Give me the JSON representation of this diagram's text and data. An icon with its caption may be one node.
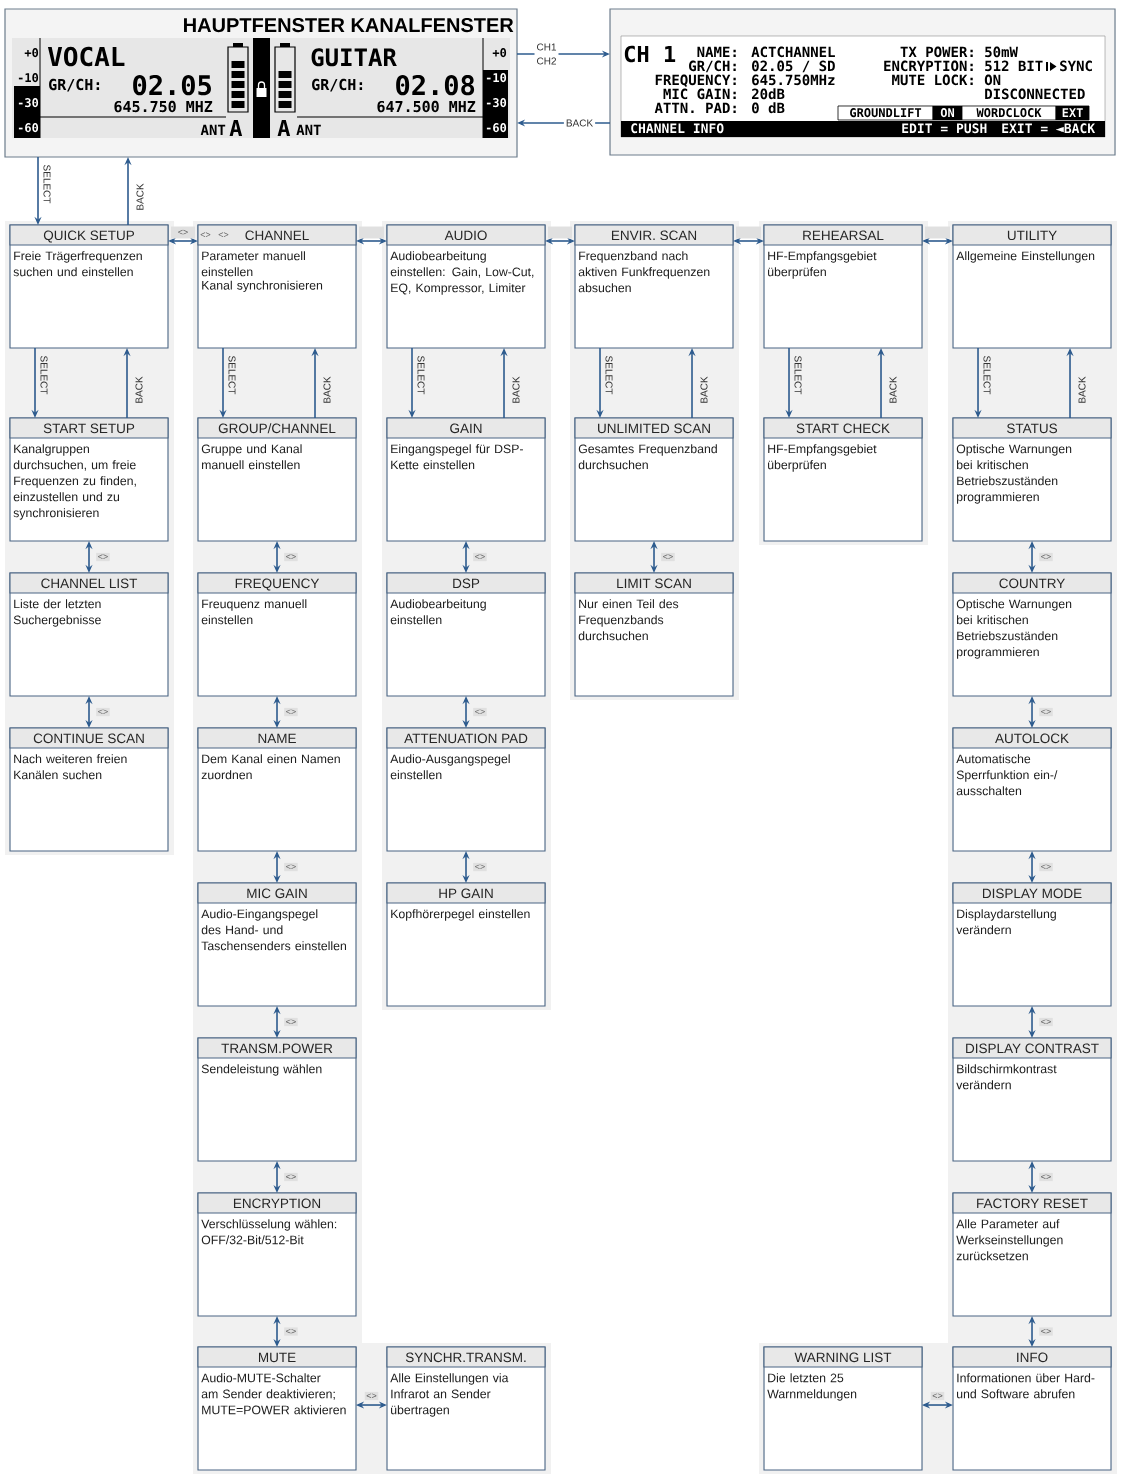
{
  "diagram": {
    "nodes": [
      {
        "text": [
          "HAUPTFENSTER KANALFENSTER",
          "+0",
          "-10",
          "-30",
          "-60",
          "VOCAL",
          "GR/CH:",
          "02.05",
          "645.750 MHZ",
          "ANT",
          "A",
          "A",
          "ANT",
          "GUITAR",
          "GR/CH:",
          "02.08",
          "647.500 MHZ",
          "+0",
          "-10",
          "-30",
          "-60"
        ]
      },
      {
        "text": [
          "CH 1",
          "NAME:",
          "ACTCHANNEL",
          "GR/CH:",
          "02.05 / SD",
          "FREQUENCY:",
          "645.750MHz",
          "MIC GAIN:",
          "20dB",
          "ATTN. PAD:",
          "0 dB",
          "TX POWER:",
          "50mW",
          "ENCRYPTION:",
          "512 BIT",
          "SYNC",
          "MUTE LOCK:",
          "ON",
          "DISCONNECTED",
          "GROUNDLIFT",
          "ON",
          "WORDCLOCK",
          "EXT",
          "CHANNEL INFO",
          "EDIT = PUSH",
          "EXIT = ◄BACK"
        ]
      },
      {
        "text": [
          "QUICK SETUP",
          "Freie Trägerfrequenzen suchen und einstellen"
        ]
      },
      {
        "text": [
          "CHANNEL",
          "Parameter manuell einstellen",
          "Kanal synchronisieren"
        ]
      },
      {
        "text": [
          "AUDIO",
          "Audiobearbeitung einstellen: Gain, Low-Cut, EQ, Kompressor, Limiter"
        ]
      },
      {
        "text": [
          "ENVIR. SCAN",
          "Frequenzband nach aktiven Funkfrequenzen absuchen"
        ]
      },
      {
        "text": [
          "REHEARSAL",
          "HF-Empfangsgebiet überprüfen"
        ]
      },
      {
        "text": [
          "UTILITY",
          "Allgemeine Einstellungen"
        ]
      },
      {
        "text": [
          "START SETUP",
          "Kanalgruppen durchsuchen, um freie Frequenzen zu finden, einzustellen und zu synchronisieren"
        ]
      },
      {
        "text": [
          "GROUP/CHANNEL",
          "Gruppe und Kanal manuell einstellen"
        ]
      },
      {
        "text": [
          "GAIN",
          "Eingangspegel für DSP-Kette einstellen"
        ]
      },
      {
        "text": [
          "UNLIMITED SCAN",
          "Gesamtes Frequenzband durchsuchen"
        ]
      },
      {
        "text": [
          "START CHECK",
          "HF-Empfangsgebiet überprüfen"
        ]
      },
      {
        "text": [
          "STATUS",
          "Optische Warnungen bei kritischen Betriebszuständen programmieren"
        ]
      },
      {
        "text": [
          "CHANNEL LIST",
          "Liste der letzten Suchergebnisse"
        ]
      },
      {
        "text": [
          "FREQUENCY",
          "Freuquenz manuell einstellen"
        ]
      },
      {
        "text": [
          "DSP",
          "Audiobearbeitung einstellen"
        ]
      },
      {
        "text": [
          "LIMIT SCAN",
          "Nur einen Teil des Frequenzbands durchsuchen"
        ]
      },
      {
        "text": [
          "COUNTRY",
          "Optische Warnungen bei kritischen Betriebszuständen programmieren"
        ]
      },
      {
        "text": [
          "CONTINUE SCAN",
          "Nach weiteren freien Kanälen suchen"
        ]
      },
      {
        "text": [
          "NAME",
          "Dem Kanal einen Namen zuordnen"
        ]
      },
      {
        "text": [
          "ATTENUATION PAD",
          "Audio-Ausgangspegel einstellen"
        ]
      },
      {
        "text": [
          "AUTOLOCK",
          "Automatische Sperrfunktion ein-/ ausschalten"
        ]
      },
      {
        "text": [
          "MIC GAIN",
          "Audio-Eingangspegel des Hand- und Taschensenders einstellen"
        ]
      },
      {
        "text": [
          "HP GAIN",
          "Kopfhörerpegel einstellen"
        ]
      },
      {
        "text": [
          "DISPLAY MODE",
          "Displaydarstellung verändern"
        ]
      },
      {
        "text": [
          "TRANSM.POWER",
          "Sendeleistung wählen"
        ]
      },
      {
        "text": [
          "DISPLAY CONTRAST",
          "Bildschirmkontrast verändern"
        ]
      },
      {
        "text": [
          "ENCRYPTION",
          "Verschlüsselung wählen: OFF/32-Bit/512-Bit"
        ]
      },
      {
        "text": [
          "FACTORY RESET",
          "Alle Parameter auf Werkseinstellungen zurücksetzen"
        ]
      },
      {
        "text": [
          "MUTE",
          "Audio-MUTE-Schalter am Sender deaktivieren; MUTE=POWER aktivieren"
        ]
      },
      {
        "text": [
          "SYNCHR.TRANSM.",
          "Alle Einstellungen via Infrarot an Sender übertragen"
        ]
      },
      {
        "text": [
          "WARNING LIST",
          "Die letzten 25 Warnmeldungen"
        ]
      },
      {
        "text": [
          "INFO",
          "Informationen über Hard- und Software abrufen"
        ]
      }
    ],
    "edges": [
      {
        "from": 0,
        "to": 1,
        "arrow": "to",
        "label": "CH1 CH2"
      },
      {
        "from": 1,
        "to": 0,
        "arrow": "to",
        "label": "BACK"
      },
      {
        "from": 0,
        "to": 2,
        "arrow": "to",
        "label": "SELECT"
      },
      {
        "from": 2,
        "to": 0,
        "arrow": "to",
        "label": "BACK"
      },
      {
        "from": 2,
        "to": 3,
        "arrow": "both",
        "label": "<>"
      },
      {
        "from": 3,
        "to": 4,
        "arrow": "both"
      },
      {
        "from": 4,
        "to": 5,
        "arrow": "both"
      },
      {
        "from": 5,
        "to": 6,
        "arrow": "both"
      },
      {
        "from": 6,
        "to": 7,
        "arrow": "both"
      },
      {
        "from": 2,
        "to": 8,
        "arrow": "to",
        "label": "SELECT"
      },
      {
        "from": 8,
        "to": 2,
        "arrow": "to",
        "label": "BACK"
      },
      {
        "from": 3,
        "to": 9,
        "arrow": "to",
        "label": "SELECT"
      },
      {
        "from": 9,
        "to": 3,
        "arrow": "to",
        "label": "BACK"
      },
      {
        "from": 4,
        "to": 10,
        "arrow": "to",
        "label": "SELECT"
      },
      {
        "from": 10,
        "to": 4,
        "arrow": "to",
        "label": "BACK"
      },
      {
        "from": 5,
        "to": 11,
        "arrow": "to",
        "label": "SELECT"
      },
      {
        "from": 11,
        "to": 5,
        "arrow": "to",
        "label": "BACK"
      },
      {
        "from": 6,
        "to": 12,
        "arrow": "to",
        "label": "SELECT"
      },
      {
        "from": 12,
        "to": 6,
        "arrow": "to",
        "label": "BACK"
      },
      {
        "from": 7,
        "to": 13,
        "arrow": "to",
        "label": "SELECT"
      },
      {
        "from": 13,
        "to": 7,
        "arrow": "to",
        "label": "BACK"
      },
      {
        "from": 8,
        "to": 14,
        "arrow": "both",
        "label": "<>"
      },
      {
        "from": 14,
        "to": 19,
        "arrow": "both",
        "label": "<>"
      },
      {
        "from": 9,
        "to": 15,
        "arrow": "both",
        "label": "<>"
      },
      {
        "from": 15,
        "to": 20,
        "arrow": "both",
        "label": "<>"
      },
      {
        "from": 20,
        "to": 23,
        "arrow": "both",
        "label": "<>"
      },
      {
        "from": 23,
        "to": 26,
        "arrow": "both",
        "label": "<>"
      },
      {
        "from": 26,
        "to": 28,
        "arrow": "both",
        "label": "<>"
      },
      {
        "from": 28,
        "to": 30,
        "arrow": "both",
        "label": "<>"
      },
      {
        "from": 10,
        "to": 16,
        "arrow": "both",
        "label": "<>"
      },
      {
        "from": 16,
        "to": 21,
        "arrow": "both",
        "label": "<>"
      },
      {
        "from": 21,
        "to": 24,
        "arrow": "both",
        "label": "<>"
      },
      {
        "from": 11,
        "to": 17,
        "arrow": "both",
        "label": "<>"
      },
      {
        "from": 13,
        "to": 18,
        "arrow": "both",
        "label": "<>"
      },
      {
        "from": 18,
        "to": 22,
        "arrow": "both",
        "label": "<>"
      },
      {
        "from": 22,
        "to": 25,
        "arrow": "both",
        "label": "<>"
      },
      {
        "from": 25,
        "to": 27,
        "arrow": "both",
        "label": "<>"
      },
      {
        "from": 27,
        "to": 29,
        "arrow": "both",
        "label": "<>"
      },
      {
        "from": 29,
        "to": 33,
        "arrow": "both",
        "label": "<>"
      },
      {
        "from": 30,
        "to": 31,
        "arrow": "both",
        "label": "<>"
      },
      {
        "from": 32,
        "to": 33,
        "arrow": "both",
        "label": "<>"
      }
    ],
    "labels": [
      "<>",
      "<>"
    ]
  }
}
